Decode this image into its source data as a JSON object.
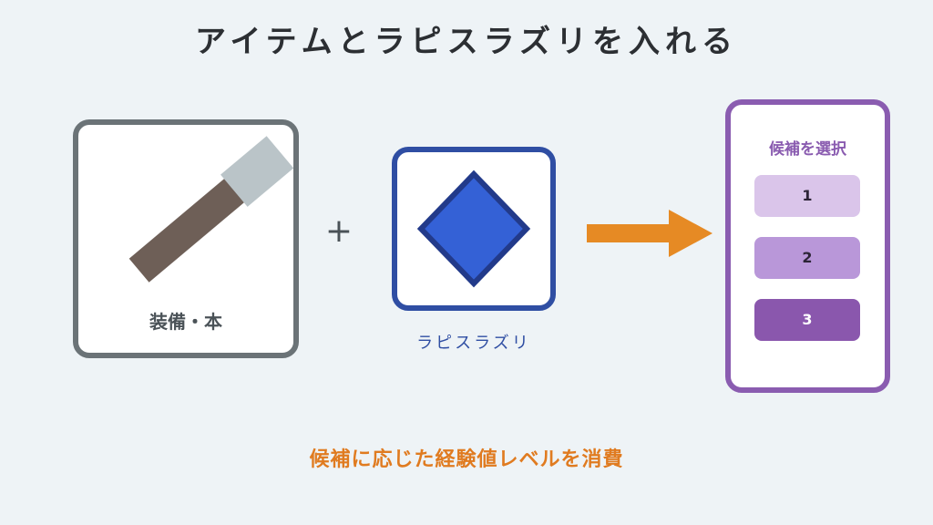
{
  "title": "アイテムとラピスラズリを入れる",
  "item_card": {
    "label": "装備・本"
  },
  "plus": "+",
  "lapis_card": {
    "label": "ラピスラズリ"
  },
  "candidates": {
    "title": "候補を選択",
    "options": [
      "1",
      "2",
      "3"
    ]
  },
  "footer": "候補に応じた経験値レベルを消費",
  "colors": {
    "item_border": "#6b7377",
    "lapis": "#3461d6",
    "lapis_border": "#2f4ea3",
    "arrow": "#e68a24",
    "panel_border": "#8a5cb0",
    "footer_text": "#e07b20"
  }
}
